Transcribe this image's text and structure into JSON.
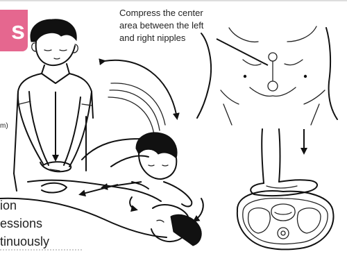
{
  "badge": {
    "text": "s"
  },
  "callout": {
    "line1": "Compress the center",
    "line2": "area between the left",
    "line3": "and right nipples"
  },
  "side": {
    "fragment_unit": "m)",
    "line1": "ion",
    "line2": "essions",
    "line3": "tinuously"
  }
}
